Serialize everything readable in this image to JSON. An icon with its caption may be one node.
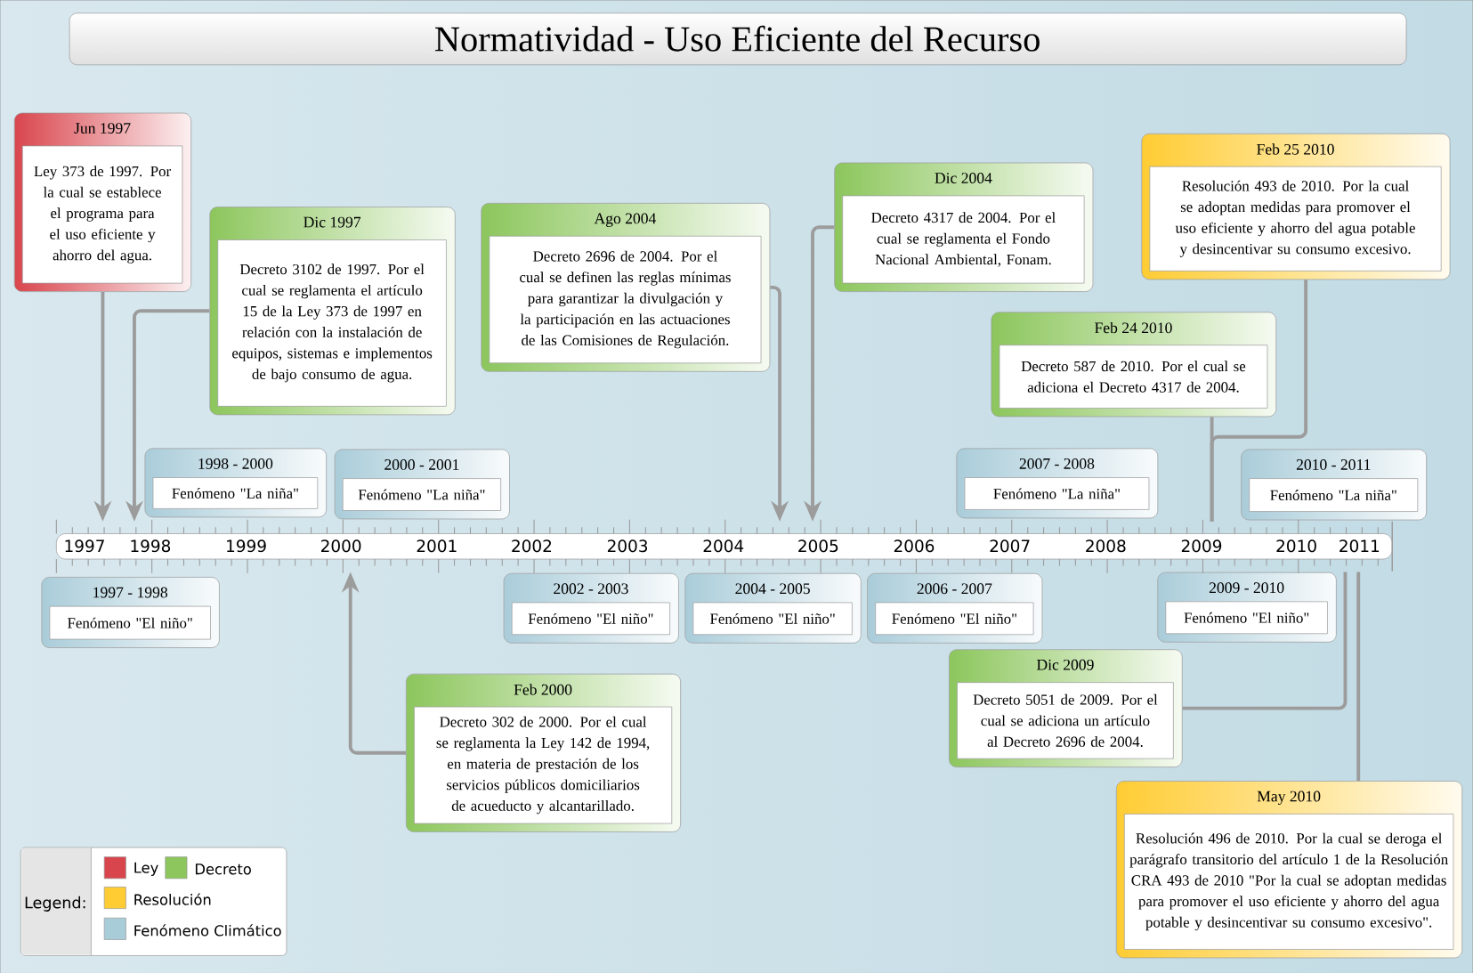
{
  "diagram": {
    "title": "Normatividad - Uso Eficiente del Recurso",
    "nodes": [
      {
        "text": [
          "Jun 1997",
          "Ley 373 de 1997. Por la cual se establece el programa para el uso eficiente y ahorro del agua."
        ]
      },
      {
        "text": [
          "Dic 1997",
          "Decreto 3102 de 1997. Por el cual se reglamenta el artículo 15 de la Ley 373 de 1997 en relación con la instalación de equipos, sistemas e implementos de bajo consumo de agua."
        ]
      },
      {
        "text": [
          "Ago 2004",
          "Decreto 2696 de 2004. Por el cual se definen las reglas mínimas para garantizar la divulgación y la participación en las actuaciones de las Comisiones de Regulación."
        ]
      },
      {
        "text": [
          "Dic 2004",
          "Decreto 4317 de 2004. Por el cual se reglamenta el Fondo Nacional Ambiental, Fonam."
        ]
      },
      {
        "text": [
          "Feb 25 2010",
          "Resolución 493 de 2010. Por la cual se adoptan medidas para promover el uso eficiente y ahorro del agua potable y desincentivar su consumo excesivo."
        ]
      },
      {
        "text": [
          "Feb 24 2010",
          "Decreto 587 de 2010. Por el cual se adiciona el Decreto 4317 de 2004."
        ]
      },
      {
        "text": [
          "1998 - 2000",
          "Fenómeno \"La niña\""
        ]
      },
      {
        "text": [
          "2000 - 2001",
          "Fenómeno \"La niña\""
        ]
      },
      {
        "text": [
          "2007 - 2008",
          "Fenómeno \"La niña\""
        ]
      },
      {
        "text": [
          "2010 - 2011",
          "Fenómeno \"La niña\""
        ]
      },
      {
        "text": [
          "1997 - 1998",
          "Fenómeno \"El niño\""
        ]
      },
      {
        "text": [
          "2002 - 2003",
          "Fenómeno \"El niño\""
        ]
      },
      {
        "text": [
          "2004 - 2005",
          "Fenómeno \"El niño\""
        ]
      },
      {
        "text": [
          "2006 - 2007",
          "Fenómeno \"El niño\""
        ]
      },
      {
        "text": [
          "2009 - 2010",
          "Fenómeno \"El niño\""
        ]
      },
      {
        "text": [
          "Dic 2009",
          "Decreto 5051 de 2009. Por el cual se adiciona un artículo al Decreto 2696 de 2004."
        ]
      },
      {
        "text": [
          "Feb 2000",
          "Decreto 302 de 2000. Por el cual se reglamenta la Ley 142 de 1994, en materia de prestación de los servicios públicos domiciliarios de acueducto y alcantarillado."
        ]
      },
      {
        "text": [
          "May 2010",
          "Resolución 496 de 2010. Por la cual se deroga el parágrafo transitorio del artículo 1 de la Resolución CRA 493 de 2010 \"Por la cual se adoptan medidas para promover el uso eficiente y ahorro del agua potable y desincentivar su consumo excesivo\"."
        ]
      },
      {
        "text": [],
        "shape": "bar"
      }
    ],
    "edges": [
      {
        "from": 0,
        "to": 18,
        "arrow": "to"
      },
      {
        "from": 1,
        "to": 18,
        "arrow": "to"
      },
      {
        "from": 2,
        "to": 18,
        "arrow": "to"
      },
      {
        "from": 3,
        "to": 18,
        "arrow": "to"
      },
      {
        "from": 4,
        "to": 18,
        "arrow": "none"
      },
      {
        "from": 5,
        "to": 18,
        "arrow": "none"
      },
      {
        "from": 15,
        "to": 18,
        "arrow": "none"
      },
      {
        "from": 16,
        "to": 18,
        "arrow": "to"
      },
      {
        "from": 17,
        "to": 18,
        "arrow": "none"
      }
    ],
    "labels": [
      "1997",
      "1998",
      "1999",
      "2000",
      "2001",
      "2002",
      "2003",
      "2004",
      "2005",
      "2006",
      "2007",
      "2008",
      "2009",
      "2010",
      "2011",
      "Legend:"
    ],
    "legend": [
      {
        "text": "Ley",
        "color": "#d9454d"
      },
      {
        "text": "Decreto",
        "color": "#8cc65c"
      },
      {
        "text": "Resolución",
        "color": "#ffcc33"
      },
      {
        "text": "Fenómeno Climático",
        "color": "#a9ccd9"
      }
    ]
  }
}
